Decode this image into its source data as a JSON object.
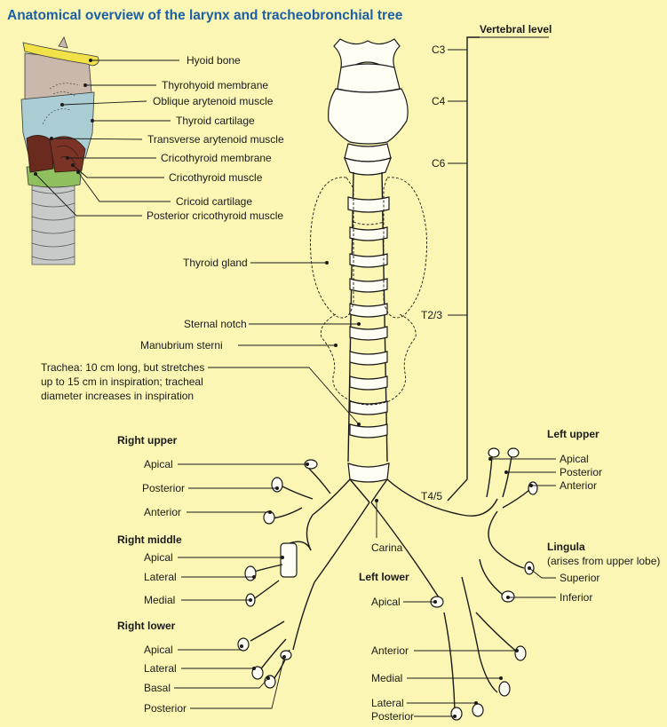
{
  "title": "Anatomical overview of the larynx and tracheobronchial tree",
  "vertebral": {
    "header": "Vertebral level",
    "levels": [
      "C3",
      "C4",
      "C6",
      "T2/3",
      "T4/5"
    ]
  },
  "larynx_labels": [
    "Hyoid bone",
    "Thyrohyoid membrane",
    "Oblique arytenoid muscle",
    "Thyroid cartilage",
    "Transverse arytenoid muscle",
    "Cricothyroid membrane",
    "Cricothyroid muscle",
    "Cricoid cartilage",
    "Posterior cricothyroid muscle"
  ],
  "neck_labels": [
    "Thyroid gland",
    "Sternal notch",
    "Manubrium sterni"
  ],
  "trachea_note": [
    "Trachea: 10 cm long, but stretches",
    "up to 15 cm in inspiration; tracheal",
    "diameter increases in inspiration"
  ],
  "carina": "Carina",
  "right_lung": {
    "upper": {
      "header": "Right upper",
      "segments": [
        "Apical",
        "Posterior",
        "Anterior"
      ]
    },
    "middle": {
      "header": "Right middle",
      "segments": [
        "Apical",
        "Lateral",
        "Medial"
      ]
    },
    "lower": {
      "header": "Right lower",
      "segments": [
        "Apical",
        "Lateral",
        "Basal",
        "Posterior"
      ]
    }
  },
  "left_lung": {
    "upper": {
      "header": "Left upper",
      "segments": [
        "Apical",
        "Posterior",
        "Anterior"
      ]
    },
    "lingula": {
      "header": "Lingula",
      "note": "(arises from upper lobe)",
      "segments": [
        "Superior",
        "Inferior"
      ]
    },
    "lower": {
      "header": "Left lower",
      "segments": [
        "Apical",
        "Anterior",
        "Medial",
        "Lateral",
        "Posterior"
      ]
    }
  },
  "colors": {
    "background": "#fbf6b4",
    "title": "#1b5fa8",
    "hyoid": "#f2e24a",
    "thyrohyoid_membrane": "#c9b8ab",
    "thyroid_cartilage": "#a9cdd3",
    "muscle": "#6b2a1e",
    "cricoid": "#8fbf5e",
    "trachea_rings": "#c7cac8"
  }
}
